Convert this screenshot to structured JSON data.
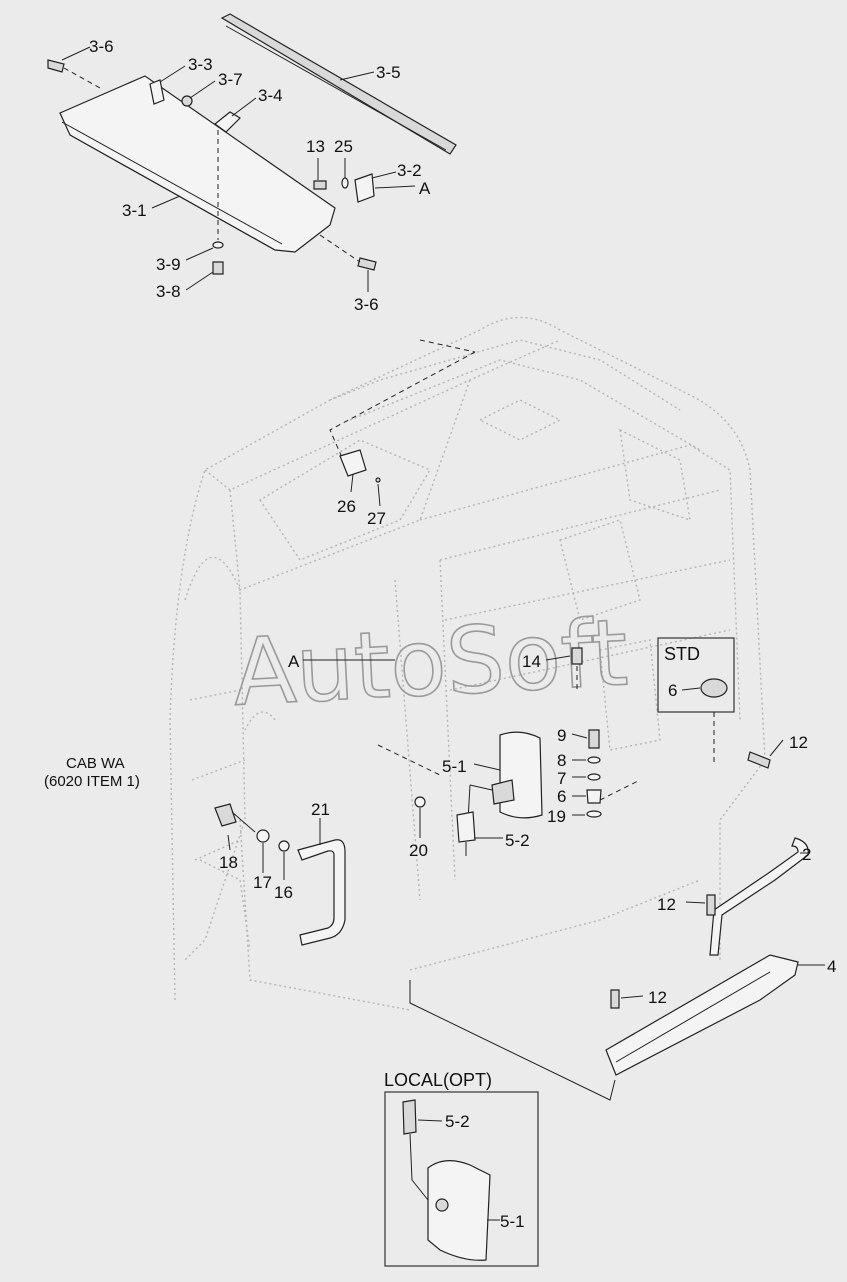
{
  "watermark": "AutoSoft",
  "callouts": [
    {
      "id": "c-3-6-top",
      "text": "3-6"
    },
    {
      "id": "c-3-3",
      "text": "3-3"
    },
    {
      "id": "c-3-7",
      "text": "3-7"
    },
    {
      "id": "c-3-4",
      "text": "3-4"
    },
    {
      "id": "c-3-5",
      "text": "3-5"
    },
    {
      "id": "c-13",
      "text": "13"
    },
    {
      "id": "c-25",
      "text": "25"
    },
    {
      "id": "c-3-2",
      "text": "3-2"
    },
    {
      "id": "c-A-top",
      "text": "A"
    },
    {
      "id": "c-3-1",
      "text": "3-1"
    },
    {
      "id": "c-3-9",
      "text": "3-9"
    },
    {
      "id": "c-3-8",
      "text": "3-8"
    },
    {
      "id": "c-3-6-bot",
      "text": "3-6"
    },
    {
      "id": "c-26",
      "text": "26"
    },
    {
      "id": "c-27",
      "text": "27"
    },
    {
      "id": "c-A-mid",
      "text": "A"
    },
    {
      "id": "c-14",
      "text": "14"
    },
    {
      "id": "c-std-6",
      "text": "6"
    },
    {
      "id": "c-9",
      "text": "9"
    },
    {
      "id": "c-8",
      "text": "8"
    },
    {
      "id": "c-7",
      "text": "7"
    },
    {
      "id": "c-6",
      "text": "6"
    },
    {
      "id": "c-19",
      "text": "19"
    },
    {
      "id": "c-5-1",
      "text": "5-1"
    },
    {
      "id": "c-5-2",
      "text": "5-2"
    },
    {
      "id": "c-20",
      "text": "20"
    },
    {
      "id": "c-21",
      "text": "21"
    },
    {
      "id": "c-18",
      "text": "18"
    },
    {
      "id": "c-17",
      "text": "17"
    },
    {
      "id": "c-16",
      "text": "16"
    },
    {
      "id": "c-12-a",
      "text": "12"
    },
    {
      "id": "c-2",
      "text": "2"
    },
    {
      "id": "c-12-b",
      "text": "12"
    },
    {
      "id": "c-4",
      "text": "4"
    },
    {
      "id": "c-12-c",
      "text": "12"
    },
    {
      "id": "c-local-5-2",
      "text": "5-2"
    },
    {
      "id": "c-local-5-1",
      "text": "5-1"
    }
  ],
  "cab_note": {
    "line1": "CAB WA",
    "line2": "(6020 ITEM 1)"
  },
  "std_box": {
    "title": "STD"
  },
  "local_box": {
    "title": "LOCAL(OPT)"
  }
}
